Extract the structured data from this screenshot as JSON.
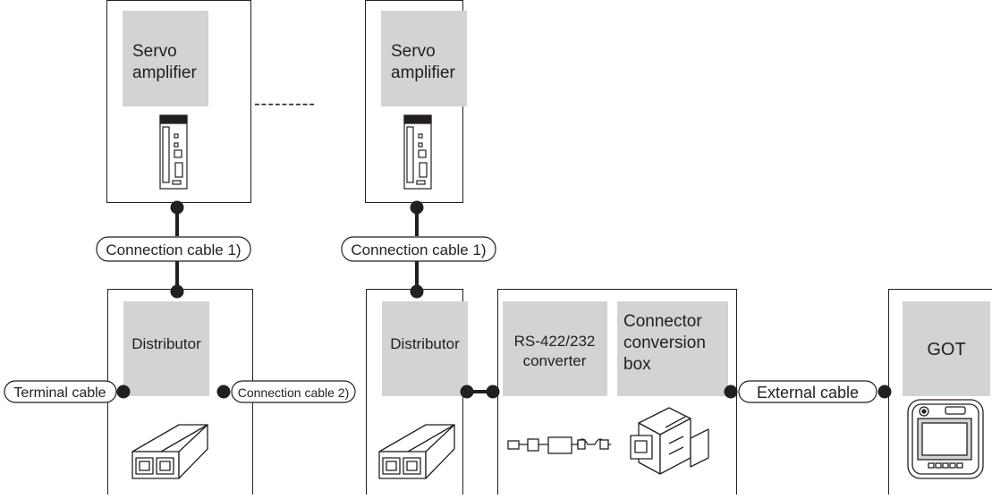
{
  "servo_amplifiers": [
    {
      "line1": "Servo",
      "line2": "amplifier"
    },
    {
      "line1": "Servo",
      "line2": "amplifier"
    }
  ],
  "dots": "---------",
  "cables": {
    "connection_cable_1_left": "Connection cable 1)",
    "connection_cable_1_right": "Connection cable 1)",
    "terminal_cable": "Terminal cable",
    "connection_cable_2": "Connection cable 2)",
    "external_cable": "External cable"
  },
  "distributors": [
    "Distributor",
    "Distributor"
  ],
  "converter": {
    "line1": "RS-422/232",
    "line2": "converter"
  },
  "conversion_box": {
    "line1": "Connector",
    "line2": "conversion",
    "line3": "box"
  },
  "got": "GOT"
}
